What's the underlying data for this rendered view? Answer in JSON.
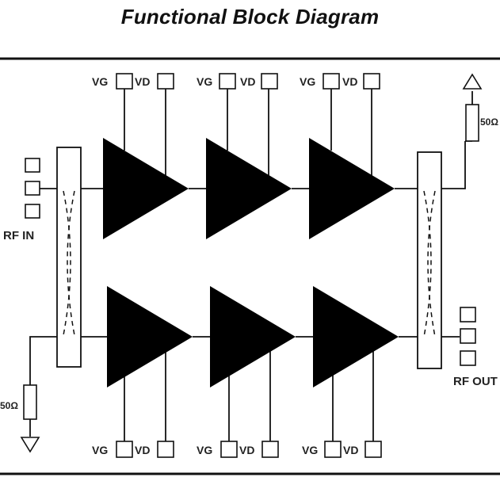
{
  "title": "Functional Block Diagram",
  "labels": {
    "vg": "VG",
    "vd": "VD",
    "rf_in": "RF IN",
    "rf_out": "RF OUT",
    "termination_top": "50Ω",
    "termination_bottom": "50Ω"
  },
  "top_stages": [
    {
      "vg": "VG",
      "vd": "VD"
    },
    {
      "vg": "VG",
      "vd": "VD"
    },
    {
      "vg": "VG",
      "vd": "VD"
    }
  ],
  "bottom_stages": [
    {
      "vg": "VG",
      "vd": "VD"
    },
    {
      "vg": "VG",
      "vd": "VD"
    },
    {
      "vg": "VG",
      "vd": "VD"
    }
  ]
}
